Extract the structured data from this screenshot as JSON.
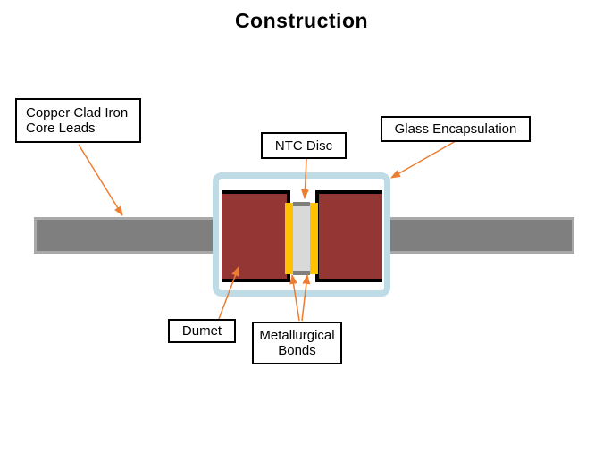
{
  "title": "Construction",
  "labels": {
    "copper_clad": {
      "line1": "Copper Clad Iron",
      "line2": "Core Leads"
    },
    "ntc_disc": {
      "text": "NTC Disc"
    },
    "glass_encapsulation": {
      "text": "Glass Encapsulation"
    },
    "dumet": {
      "text": "Dumet"
    },
    "metallurgical_bonds": {
      "line1": "Metallurgical",
      "line2": "Bonds"
    }
  },
  "diagram": {
    "parts": [
      "copper-clad-iron-core-lead",
      "glass-encapsulation-shell",
      "dumet-slug-left",
      "dumet-slug-right",
      "metallurgical-bond-left",
      "metallurgical-bond-right",
      "ntc-disc"
    ],
    "colors": {
      "lead_gray": "#7F7F7F",
      "lead_border_gray": "#A9A9A9",
      "glass_blue": "#BFDCE6",
      "dumet_maroon": "#943634",
      "bond_yellow": "#FFC000",
      "disc_gray": "#D9D9D9",
      "disc_cap_gray": "#7F7F7F",
      "outline_black": "#000000",
      "arrow_orange": "#ED7D31"
    }
  }
}
